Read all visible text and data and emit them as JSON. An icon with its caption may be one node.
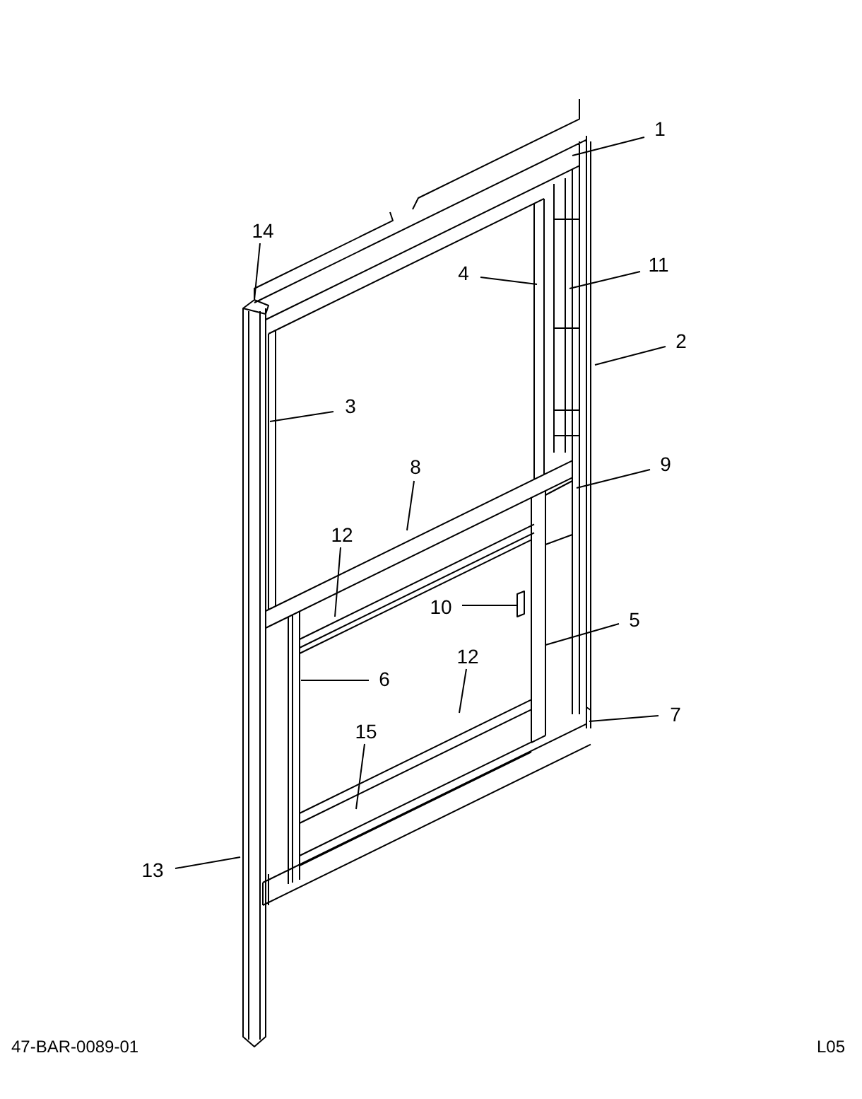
{
  "diagram": {
    "nodes": [
      {
        "text": [
          "1"
        ]
      },
      {
        "text": [
          "14"
        ]
      },
      {
        "text": [
          "4"
        ]
      },
      {
        "text": [
          "11"
        ]
      },
      {
        "text": [
          "2"
        ]
      },
      {
        "text": [
          "3"
        ]
      },
      {
        "text": [
          "9"
        ]
      },
      {
        "text": [
          "8"
        ]
      },
      {
        "text": [
          "12"
        ]
      },
      {
        "text": [
          "10"
        ]
      },
      {
        "text": [
          "5"
        ]
      },
      {
        "text": [
          "12"
        ]
      },
      {
        "text": [
          "6"
        ]
      },
      {
        "text": [
          "7"
        ]
      },
      {
        "text": [
          "15"
        ]
      },
      {
        "text": [
          "13"
        ]
      }
    ],
    "edges": [
      {
        "from": 0,
        "to": null,
        "arrow": "none"
      },
      {
        "from": 1,
        "to": null,
        "arrow": "none"
      },
      {
        "from": 2,
        "to": null,
        "arrow": "none"
      },
      {
        "from": 3,
        "to": null,
        "arrow": "none"
      },
      {
        "from": 4,
        "to": null,
        "arrow": "none"
      },
      {
        "from": 5,
        "to": null,
        "arrow": "none"
      },
      {
        "from": 6,
        "to": null,
        "arrow": "none"
      },
      {
        "from": 7,
        "to": null,
        "arrow": "none"
      },
      {
        "from": 8,
        "to": null,
        "arrow": "none"
      },
      {
        "from": 9,
        "to": null,
        "arrow": "none"
      },
      {
        "from": 10,
        "to": null,
        "arrow": "none"
      },
      {
        "from": 11,
        "to": null,
        "arrow": "none"
      },
      {
        "from": 12,
        "to": null,
        "arrow": "none"
      },
      {
        "from": 13,
        "to": null,
        "arrow": "none"
      },
      {
        "from": 14,
        "to": null,
        "arrow": "none"
      },
      {
        "from": 15,
        "to": null,
        "arrow": "none"
      }
    ],
    "labels": [
      "47-BAR-0089-01",
      "L05"
    ]
  }
}
